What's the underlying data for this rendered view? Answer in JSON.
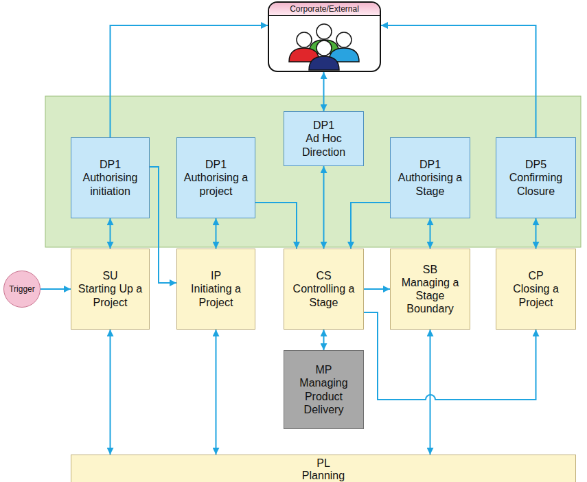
{
  "diagram": {
    "nodes": [
      {
        "text": [
          "Corporate/External"
        ]
      },
      {
        "text": [
          "DP1",
          "Authorising initiation"
        ]
      },
      {
        "text": [
          "DP1",
          "Authorising a project"
        ]
      },
      {
        "text": [
          "DP1",
          "Ad Hoc Direction"
        ]
      },
      {
        "text": [
          "DP1",
          "Authorising a Stage"
        ]
      },
      {
        "text": [
          "DP5",
          "Confirming Closure"
        ]
      },
      {
        "text": [
          "Trigger"
        ]
      },
      {
        "text": [
          "SU",
          "Starting Up a Project"
        ]
      },
      {
        "text": [
          "IP",
          "Initiating a Project"
        ]
      },
      {
        "text": [
          "CS",
          "Controlling a Stage"
        ]
      },
      {
        "text": [
          "SB",
          "Managing a Stage Boundary"
        ]
      },
      {
        "text": [
          "CP",
          "Closing a Project"
        ]
      },
      {
        "text": [
          "MP",
          "Managing Product Delivery"
        ]
      },
      {
        "text": [
          "PL",
          "Planning"
        ]
      }
    ],
    "edges": [
      {
        "from": 1,
        "to": 0,
        "arrow": "to"
      },
      {
        "from": 5,
        "to": 0,
        "arrow": "to"
      },
      {
        "from": 0,
        "to": 3,
        "arrow": "both"
      },
      {
        "from": 1,
        "to": 7,
        "arrow": "both"
      },
      {
        "from": 1,
        "to": 8,
        "arrow": "to"
      },
      {
        "from": 2,
        "to": 8,
        "arrow": "both"
      },
      {
        "from": 2,
        "to": 9,
        "arrow": "to"
      },
      {
        "from": 3,
        "to": 9,
        "arrow": "both"
      },
      {
        "from": 4,
        "to": 9,
        "arrow": "to"
      },
      {
        "from": 4,
        "to": 10,
        "arrow": "both"
      },
      {
        "from": 5,
        "to": 11,
        "arrow": "both"
      },
      {
        "from": 6,
        "to": 7,
        "arrow": "to"
      },
      {
        "from": 9,
        "to": 10,
        "arrow": "to"
      },
      {
        "from": 9,
        "to": 11,
        "arrow": "to"
      },
      {
        "from": 9,
        "to": 12,
        "arrow": "both"
      },
      {
        "from": 7,
        "to": 13,
        "arrow": "both"
      },
      {
        "from": 8,
        "to": 13,
        "arrow": "both"
      },
      {
        "from": 10,
        "to": 13,
        "arrow": "both"
      }
    ]
  }
}
